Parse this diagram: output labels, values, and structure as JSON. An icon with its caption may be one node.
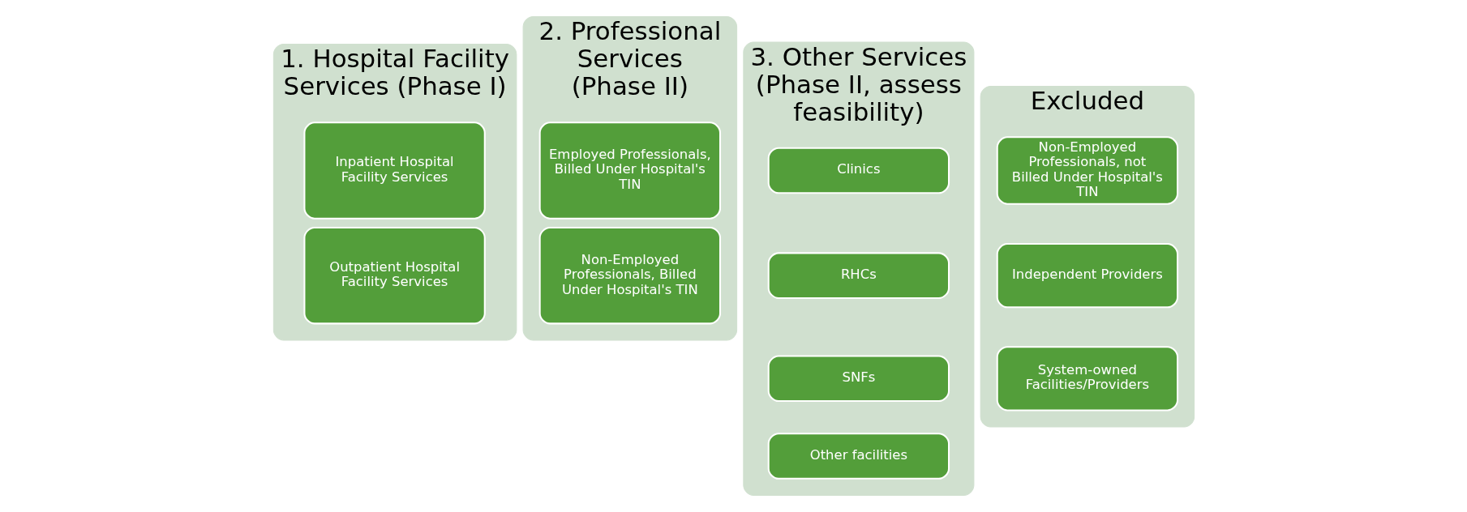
{
  "diagram": {
    "nodes": [
      {
        "text": [
          "1. Hospital Facility Services (Phase I)"
        ]
      },
      {
        "text": [
          "Inpatient Hospital Facility Services"
        ],
        "in": 0
      },
      {
        "text": [
          "Outpatient Hospital Facility Services"
        ],
        "in": 0
      },
      {
        "text": [
          "2. Professional Services",
          "(Phase II)"
        ]
      },
      {
        "text": [
          "Employed Professionals, Billed Under Hospital's TIN"
        ],
        "in": 3
      },
      {
        "text": [
          "Non-Employed Professionals, Billed Under Hospital's TIN"
        ],
        "in": 3
      },
      {
        "text": [
          "3. Other Services",
          "(Phase II, assess feasibility)"
        ]
      },
      {
        "text": [
          "Clinics"
        ],
        "in": 6
      },
      {
        "text": [
          "RHCs"
        ],
        "in": 6
      },
      {
        "text": [
          "SNFs"
        ],
        "in": 6
      },
      {
        "text": [
          "Other facilities"
        ],
        "in": 6
      },
      {
        "text": [
          "Excluded"
        ]
      },
      {
        "text": [
          "Non-Employed Professionals, not Billed Under Hospital's TIN"
        ],
        "in": 11
      },
      {
        "text": [
          "Independent Providers"
        ],
        "in": 11
      },
      {
        "text": [
          "System-owned Facilities/Providers"
        ],
        "in": 11
      }
    ],
    "edges": []
  }
}
